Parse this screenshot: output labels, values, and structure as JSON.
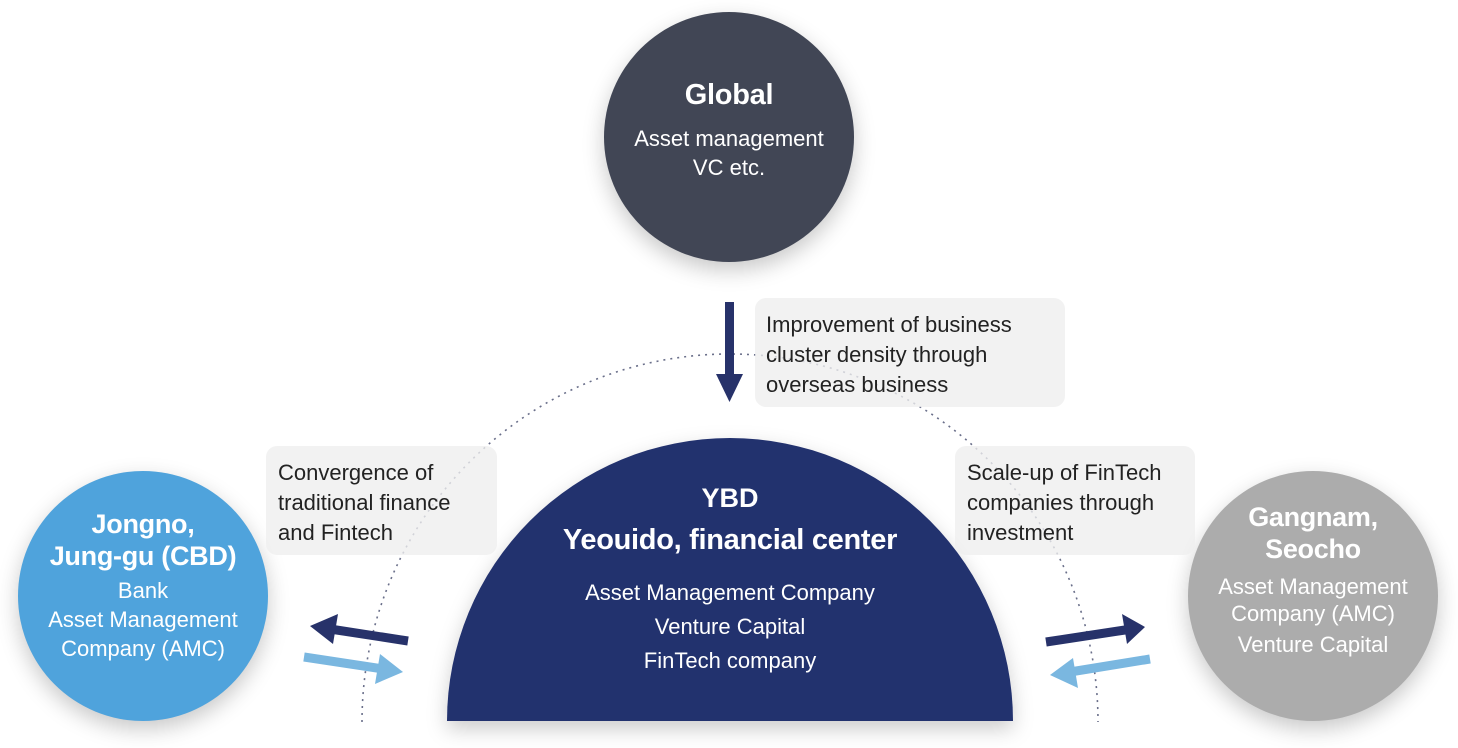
{
  "colors": {
    "global_fill": "#414655",
    "ybd_fill": "#23306e",
    "cbd_fill": "#4fa3dc",
    "gangnam_fill": "#acacac",
    "arrow_dark": "#27326a",
    "arrow_light": "#7ab7e0",
    "label_bg": "#efefef",
    "dotted_line": "#6a6f8a"
  },
  "nodes": {
    "global": {
      "title": "Global",
      "lines": [
        "Asset management",
        "VC etc."
      ]
    },
    "ybd": {
      "code": "YBD",
      "name": "Yeouido, financial center",
      "lines": [
        "Asset Management Company",
        "Venture Capital",
        "FinTech company"
      ]
    },
    "cbd": {
      "title_lines": [
        "Jongno,",
        "Jung-gu (CBD)"
      ],
      "lines": [
        "Bank",
        "Asset Management",
        "Company (AMC)"
      ]
    },
    "gangnam": {
      "title_lines": [
        "Gangnam,",
        "Seocho"
      ],
      "lines": [
        "Asset Management",
        "Company (AMC)",
        "Venture Capital"
      ]
    }
  },
  "labels": {
    "top": [
      "Improvement of business",
      "cluster density through",
      "overseas business"
    ],
    "left": [
      "Convergence of",
      "traditional finance",
      "and Fintech"
    ],
    "right": [
      "Scale-up of FinTech",
      "companies through",
      "investment"
    ]
  },
  "flows": [
    {
      "from": "global",
      "to": "ybd",
      "style": "dark"
    },
    {
      "from": "ybd",
      "to": "cbd",
      "style": "dark"
    },
    {
      "from": "cbd",
      "to": "ybd",
      "style": "light"
    },
    {
      "from": "ybd",
      "to": "gangnam",
      "style": "dark"
    },
    {
      "from": "gangnam",
      "to": "ybd",
      "style": "light"
    }
  ]
}
